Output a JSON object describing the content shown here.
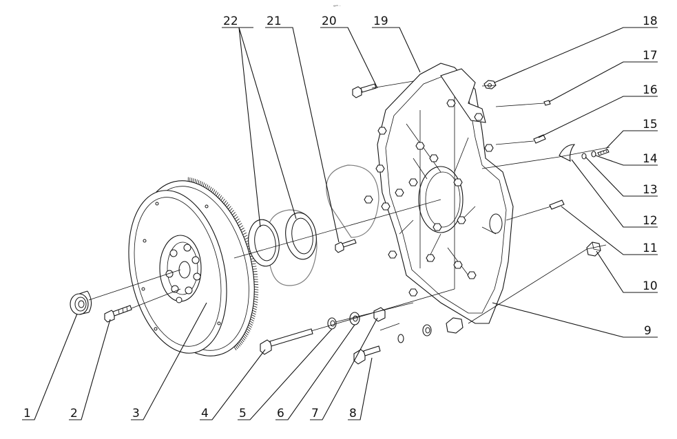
{
  "header_mark": "ஔ ‥",
  "callouts": {
    "n1": "1",
    "n2": "2",
    "n3": "3",
    "n4": "4",
    "n5": "5",
    "n6": "6",
    "n7": "7",
    "n8": "8",
    "n9": "9",
    "n10": "10",
    "n11": "11",
    "n12": "12",
    "n13": "13",
    "n14": "14",
    "n15": "15",
    "n16": "16",
    "n17": "17",
    "n18": "18",
    "n19": "19",
    "n20": "20",
    "n21": "21",
    "n22": "22"
  },
  "colors": {
    "line": "#111111",
    "background": "#ffffff"
  }
}
